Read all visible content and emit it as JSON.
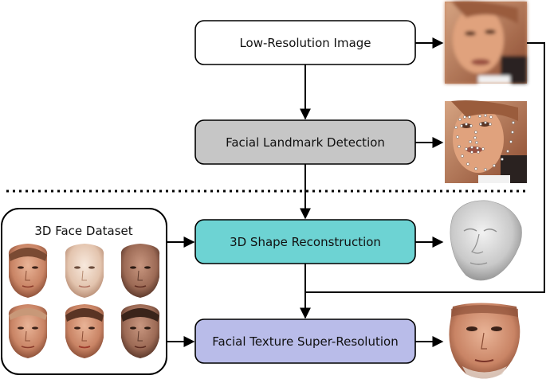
{
  "steps": {
    "low_res": "Low-Resolution Image",
    "landmark": "Facial Landmark Detection",
    "shape": "3D Shape Reconstruction",
    "texture": "Facial Texture Super-Resolution"
  },
  "dataset": {
    "title": "3D Face Dataset"
  },
  "colors": {
    "low_res": "#ffffff",
    "landmark": "#c6c6c6",
    "shape": "#6dd3d3",
    "texture": "#b9bce9",
    "stroke": "#000000"
  },
  "icons": [
    "low-resolution-face-photo",
    "landmarked-face-photo",
    "3d-face-mesh",
    "textured-3d-face",
    "dataset-face-scan"
  ]
}
